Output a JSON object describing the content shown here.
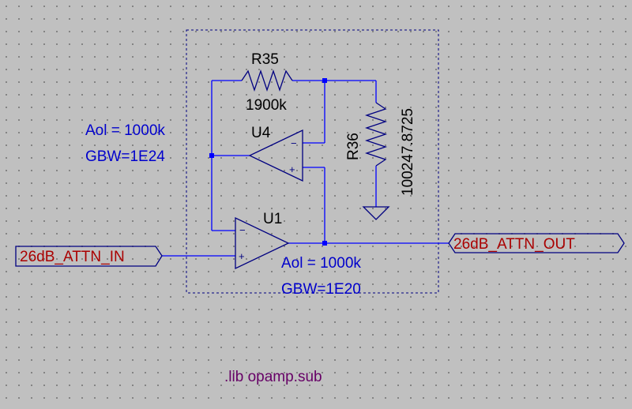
{
  "block": {
    "resistor_r35": {
      "name": "R35",
      "value": "1900k"
    },
    "resistor_r36": {
      "name": "R36",
      "value": "100247.8725"
    },
    "opamp_u4": {
      "name": "U4",
      "aol": "Aol = 1000k",
      "gbw": "GBW=1E24"
    },
    "opamp_u1": {
      "name": "U1",
      "aol": "Aol = 1000k",
      "gbw": "GBW=1E20"
    },
    "input_label": "26dB_ATTN_IN",
    "output_label": "26dB_ATTN_OUT"
  },
  "directive": ".lib opamp.sub",
  "pins": {
    "minus": "−",
    "plus": "+"
  },
  "colors": {
    "background": "#c0c0c0",
    "wire": "#0000ff",
    "symbol": "#000080",
    "net_label": "#aa0000",
    "directive": "#660066",
    "opamp_params": "#0000cc"
  }
}
